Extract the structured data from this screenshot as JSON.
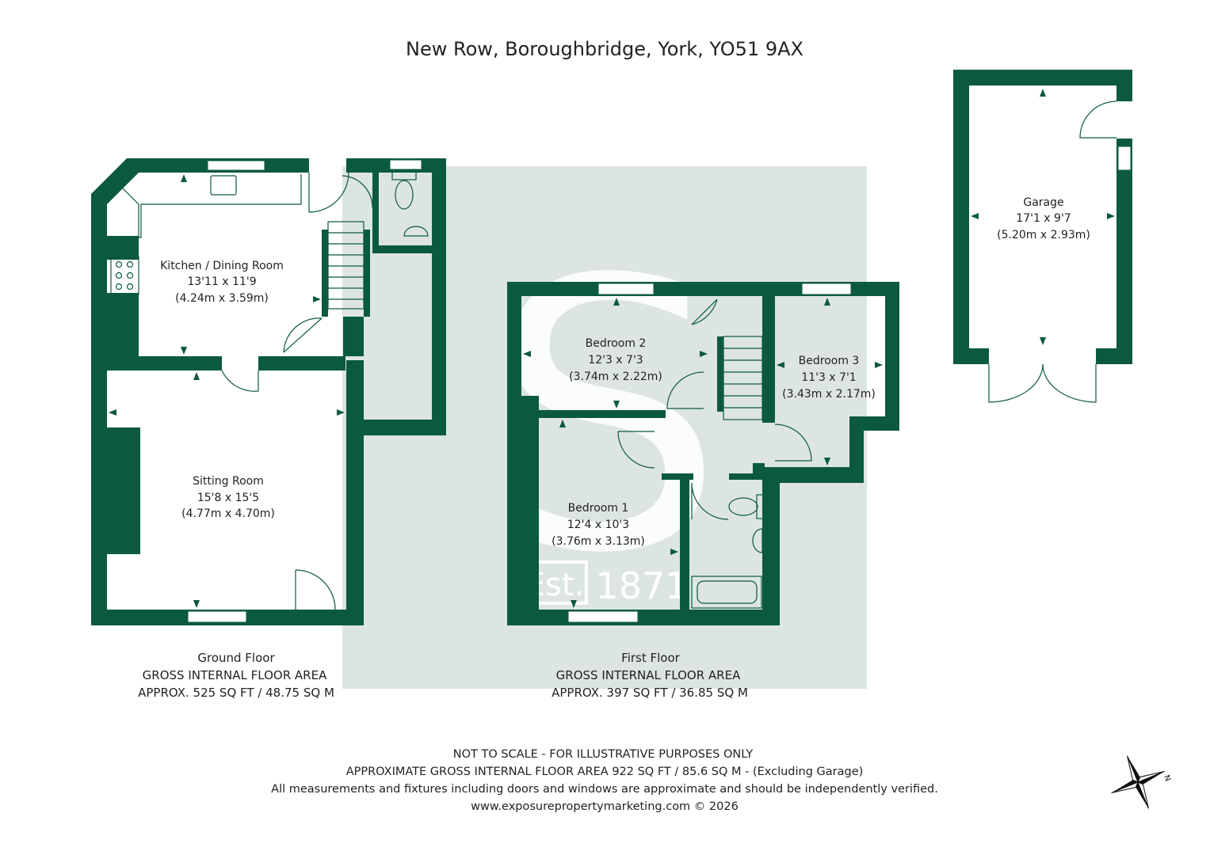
{
  "title": "New Row, Boroughbridge, York, YO51 9AX",
  "colors": {
    "wall": "#0b5a3f",
    "watermark": "#dde5e2",
    "text": "#222222"
  },
  "watermark": {
    "letter": "S",
    "est": "Est.",
    "year": "1871"
  },
  "rooms": {
    "kitchen": {
      "name": "Kitchen / Dining Room",
      "imperial": "13'11 x 11'9",
      "metric": "(4.24m x 3.59m)"
    },
    "sitting": {
      "name": "Sitting Room",
      "imperial": "15'8 x 15'5",
      "metric": "(4.77m x 4.70m)"
    },
    "bedroom2": {
      "name": "Bedroom 2",
      "imperial": "12'3 x 7'3",
      "metric": "(3.74m x 2.22m)"
    },
    "bedroom3": {
      "name": "Bedroom 3",
      "imperial": "11'3 x 7'1",
      "metric": "(3.43m x 2.17m)"
    },
    "bedroom1": {
      "name": "Bedroom 1",
      "imperial": "12'4 x 10'3",
      "metric": "(3.76m x 3.13m)"
    },
    "garage": {
      "name": "Garage",
      "imperial": "17'1 x 9'7",
      "metric": "(5.20m x 2.93m)"
    }
  },
  "floors": {
    "ground": {
      "name": "Ground Floor",
      "gia_label": "GROSS INTERNAL FLOOR AREA",
      "area": "APPROX. 525 SQ FT / 48.75 SQ M"
    },
    "first": {
      "name": "First Floor",
      "gia_label": "GROSS INTERNAL FLOOR AREA",
      "area": "APPROX. 397 SQ FT / 36.85 SQ M"
    }
  },
  "footer": {
    "line1": "NOT TO SCALE - FOR ILLUSTRATIVE PURPOSES ONLY",
    "line2": "APPROXIMATE GROSS INTERNAL FLOOR AREA 922 SQ FT / 85.6 SQ M - (Excluding Garage)",
    "line3": "All measurements and fixtures including doors and windows are approximate and should be independently verified.",
    "line4": "www.exposurepropertymarketing.com © 2026"
  },
  "compass": {
    "icon": "compass-rose-icon",
    "north_label": "N"
  }
}
